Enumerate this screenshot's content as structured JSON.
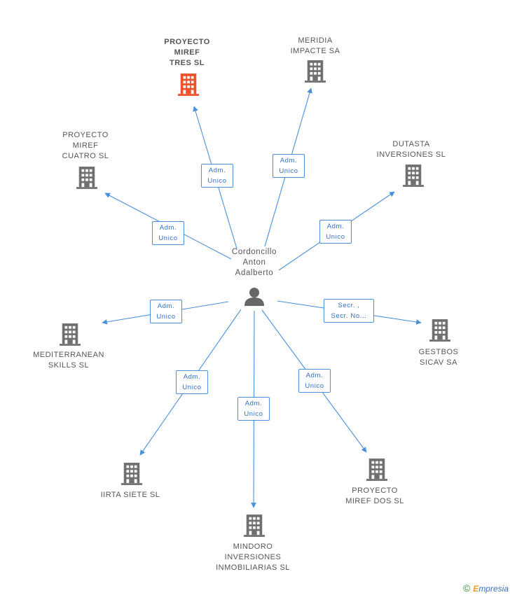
{
  "center": {
    "name": "Cordoncillo\nAnton\nAdalberto",
    "icon": "person-icon"
  },
  "companies": [
    {
      "id": "proyecto-miref-tres",
      "name": "PROYECTO\nMIREF\nTRES  SL",
      "highlight": true,
      "color": "#f0522a",
      "role": "Adm.\nUnico"
    },
    {
      "id": "meridia",
      "name": "MERIDIA\nIMPACTE SA",
      "highlight": false,
      "color": "#707070",
      "role": "Adm.\nUnico"
    },
    {
      "id": "proyecto-miref-cuatro",
      "name": "PROYECTO\nMIREF\nCUATRO  SL",
      "highlight": false,
      "color": "#707070",
      "role": "Adm.\nUnico"
    },
    {
      "id": "dutasta",
      "name": "DUTASTA\nINVERSIONES SL",
      "highlight": false,
      "color": "#707070",
      "role": "Adm.\nUnico"
    },
    {
      "id": "mediterranean",
      "name": "MEDITERRANEAN\nSKILLS  SL",
      "highlight": false,
      "color": "#707070",
      "role": "Adm.\nUnico"
    },
    {
      "id": "gestbos",
      "name": "GESTBOS\nSICAV SA",
      "highlight": false,
      "color": "#707070",
      "role": "Secr. ,\nSecr. No..."
    },
    {
      "id": "iirta",
      "name": "IIRTA SIETE SL",
      "highlight": false,
      "color": "#707070",
      "role": "Adm.\nUnico"
    },
    {
      "id": "mindoro",
      "name": "MINDORO\nINVERSIONES\nINMOBILIARIAS SL",
      "highlight": false,
      "color": "#707070",
      "role": "Adm.\nUnico"
    },
    {
      "id": "proyecto-miref-dos",
      "name": "PROYECTO\nMIREF DOS  SL",
      "highlight": false,
      "color": "#707070",
      "role": "Adm.\nUnico"
    }
  ],
  "colors": {
    "edge": "#4a8fdc",
    "building": "#707070",
    "building_highlight": "#f0522a",
    "person": "#666666"
  },
  "footer": {
    "copyright": "©",
    "brand_initial": "E",
    "brand_rest": "mpresia"
  }
}
